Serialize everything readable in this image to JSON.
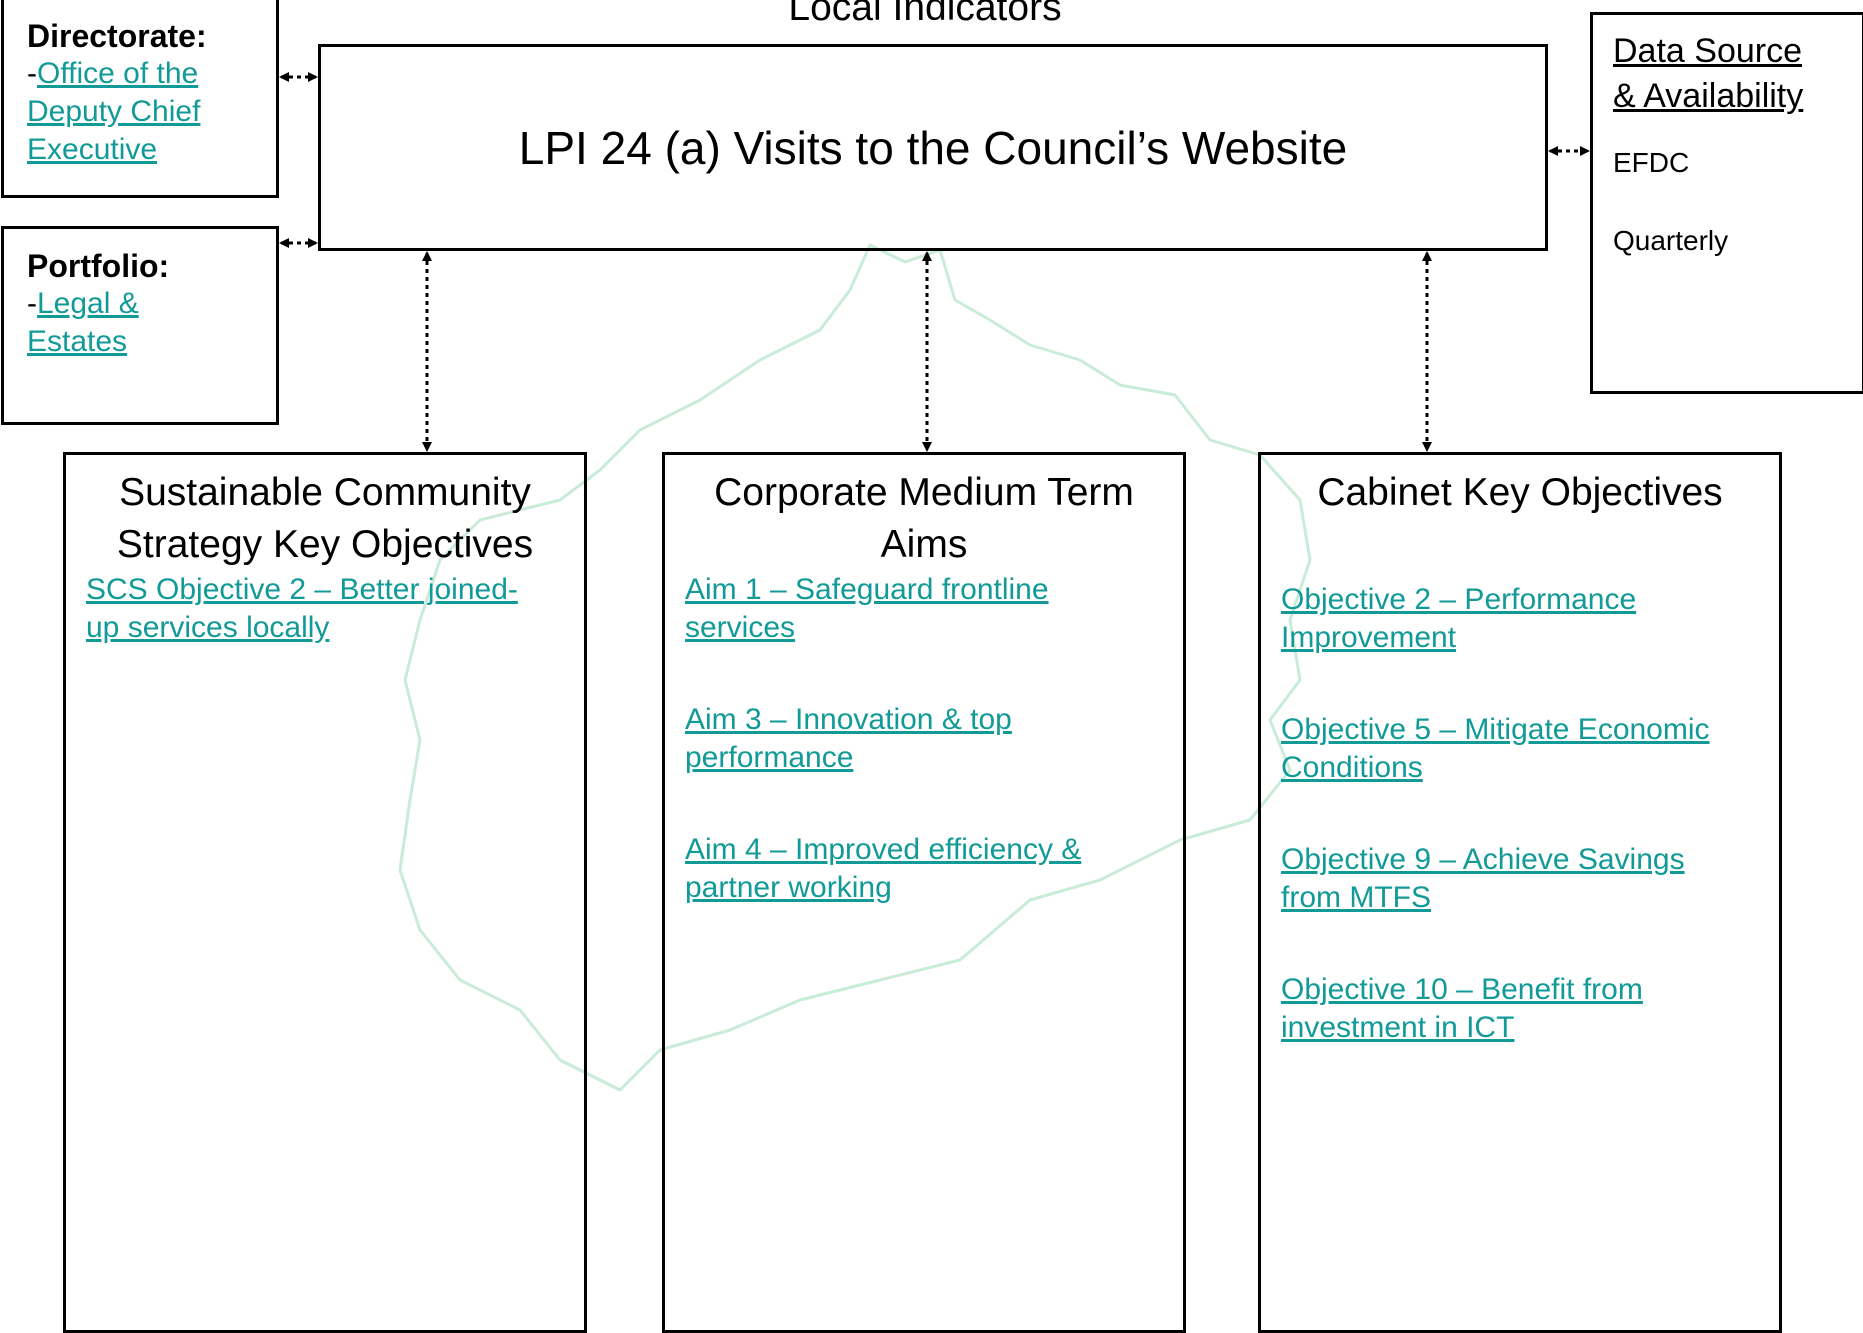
{
  "header": {
    "title": "Local Indicators"
  },
  "indicator": {
    "title": "LPI 24 (a) Visits to the Council’s Website"
  },
  "directorate": {
    "label": "Directorate:",
    "prefix": "-",
    "link_lines": [
      "Office of the",
      "Deputy Chief",
      "Executive"
    ]
  },
  "portfolio": {
    "label": "Portfolio:",
    "prefix": "-",
    "link_lines": [
      "Legal &",
      "Estates"
    ]
  },
  "data_source": {
    "heading_lines": [
      "Data Source",
      "& Availability"
    ],
    "source": "EFDC",
    "frequency": "Quarterly"
  },
  "columns": [
    {
      "title_lines": [
        "Sustainable Community",
        "Strategy Key Objectives"
      ],
      "links": [
        [
          "SCS Objective 2 – Better joined-",
          "up services locally"
        ]
      ]
    },
    {
      "title_lines": [
        "Corporate Medium Term",
        "Aims"
      ],
      "links": [
        [
          "Aim 1 – Safeguard frontline",
          "services"
        ],
        [
          "Aim 3 – Innovation & top",
          "performance"
        ],
        [
          "Aim 4 – Improved efficiency &",
          "partner working"
        ]
      ]
    },
    {
      "title_lines": [
        "Cabinet Key Objectives"
      ],
      "links": [
        [
          "Objective 2 – Performance",
          "Improvement"
        ],
        [
          "Objective 5 – Mitigate Economic",
          "Conditions"
        ],
        [
          "Objective 9 – Achieve Savings",
          "from MTFS"
        ],
        [
          "Objective 10 – Benefit from",
          "investment in ICT"
        ]
      ]
    }
  ],
  "colors": {
    "link": "#119a97",
    "border": "#000000",
    "watermark": "#c8ecd8"
  }
}
